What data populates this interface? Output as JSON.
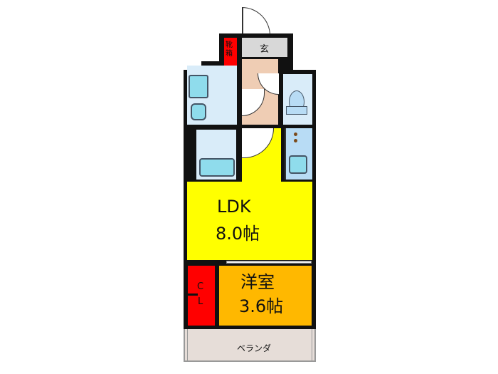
{
  "rooms": {
    "entrance": {
      "label": "玄"
    },
    "shoe_box": {
      "label": "靴箱"
    },
    "ldk": {
      "label": "LDK",
      "size": "8.0帖"
    },
    "western_room": {
      "label": "洋室",
      "size": "3.6帖"
    },
    "closet": {
      "label_c": "C",
      "label_l": "L"
    },
    "balcony": {
      "label": "ベランダ"
    }
  },
  "colors": {
    "ldk": "#ffff00",
    "western_room": "#ffb800",
    "closet": "#ff0000",
    "wet_area": "#d9ecf9",
    "hall": "#efcdb4",
    "entrance": "#d8d8d8",
    "balcony": "#e6ddd8"
  }
}
